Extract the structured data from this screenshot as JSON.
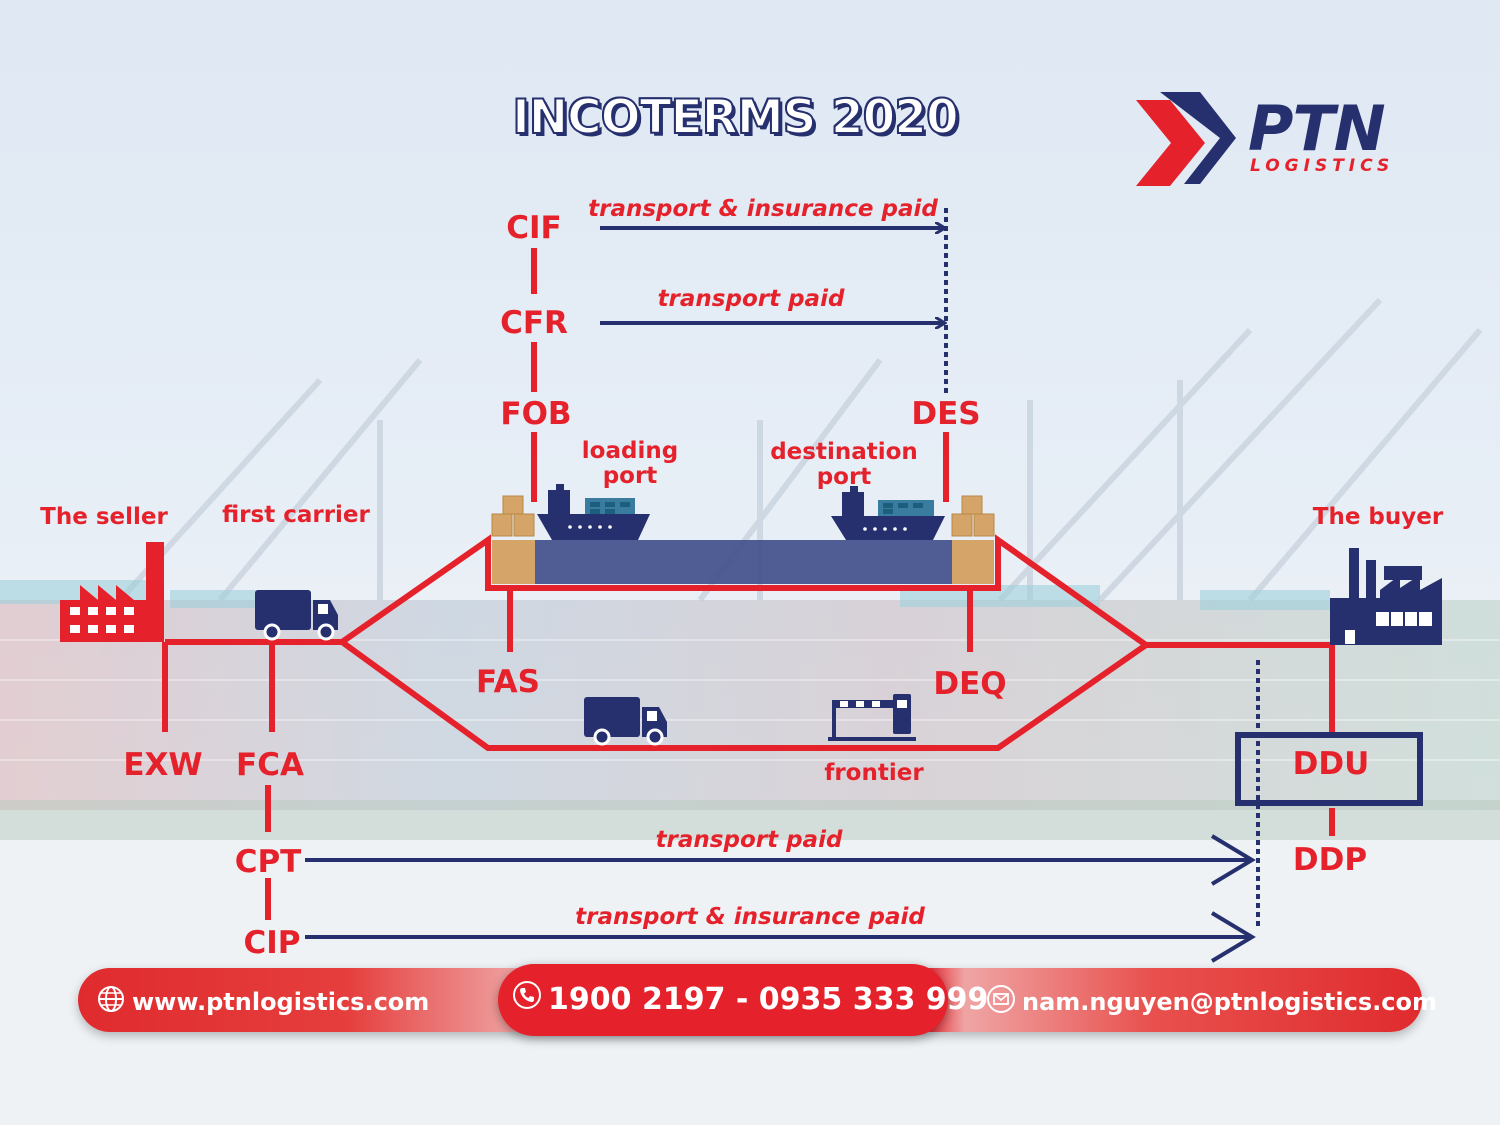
{
  "title": "INCOTERMS 2020",
  "brand": {
    "name": "PTN",
    "sub": "LOGISTICS",
    "colors": {
      "red": "#e5222b",
      "navy": "#26306e"
    }
  },
  "terms": {
    "cif": "CIF",
    "cfr": "CFR",
    "fob": "FOB",
    "des": "DES",
    "fas": "FAS",
    "deq": "DEQ",
    "exw": "EXW",
    "fca": "FCA",
    "cpt": "CPT",
    "cip": "CIP",
    "ddu": "DDU",
    "ddp": "DDP"
  },
  "labels": {
    "seller": "The seller",
    "first_carrier": "first carrier",
    "loading_port_1": "loading",
    "loading_port_2": "port",
    "destination_port_1": "destination",
    "destination_port_2": "port",
    "buyer": "The buyer",
    "frontier": "frontier",
    "cif_arrow": "transport & insurance paid",
    "cfr_arrow": "transport paid",
    "cpt_arrow": "transport paid",
    "cip_arrow": "transport & insurance paid"
  },
  "footer": {
    "website": "www.ptnlogistics.com",
    "phone": "1900 2197 - 0935 333 999",
    "email": "nam.nguyen@ptnlogistics.com"
  },
  "icons": [
    "factory-icon",
    "truck-icon",
    "ship-icon",
    "boxes-icon",
    "barrier-icon",
    "globe-icon",
    "phone-icon",
    "mail-icon"
  ]
}
